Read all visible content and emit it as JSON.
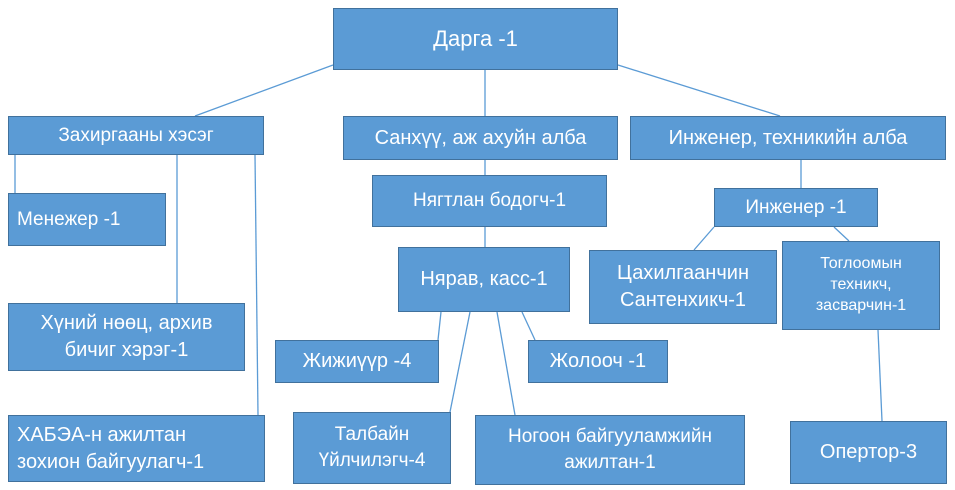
{
  "org_chart": {
    "root": "Дарга -1",
    "admin": {
      "label": "Захиргааны хэсэг",
      "children": [
        "Менежер -1",
        "Хүний нөөц, архив\nбичиг хэрэг-1",
        "ХАБЭА-н ажилтан\nзохион байгуулагч-1"
      ]
    },
    "finance": {
      "label": "Санхүү, аж ахуйн алба",
      "accountant": "Нягтлан бодогч-1",
      "cashier": "Нярав, касс-1",
      "children": [
        "Жижиүүр -4",
        "Талбайн\nҮйлчилэгч-4",
        "Ногоон байгууламжийн\nажилтан-1",
        "Жолооч -1"
      ]
    },
    "engineering": {
      "label": "Инженер, техникийн алба",
      "engineer": "Инженер -1",
      "electrician": "Цахилгаанчин\nСантенхикч-1",
      "toy_technician": "Тоглоомын\nтехникч,\nзасварчин-1",
      "operator": "Опертор-3"
    }
  }
}
